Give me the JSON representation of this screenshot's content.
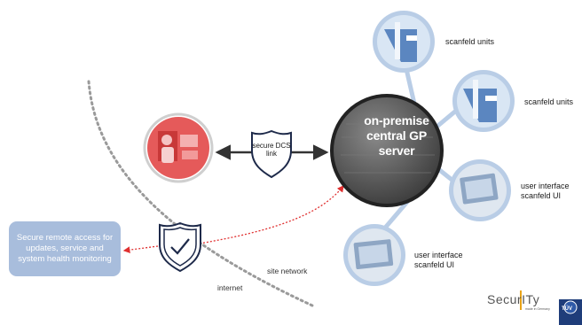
{
  "colors": {
    "node_ring": "#b9cde6",
    "server_fill": "#555555",
    "remote_box": "#a8bddc",
    "accent_red": "#e03030",
    "shield_stroke": "#1e2a4a",
    "dotted_boundary": "#9a9a9a"
  },
  "server": {
    "label": "on-premise central GP server"
  },
  "dcs_link": {
    "label": "secure DCS link",
    "icon": "shield-icon"
  },
  "remote_access": {
    "label": "Secure remote access for updates, service and system health monitoring",
    "icon": "shield-check-icon"
  },
  "nodes": [
    {
      "label": "scanfeld units"
    },
    {
      "label": "scanfeld units"
    },
    {
      "label": "user interface scanfeld UI"
    },
    {
      "label": "user interface scanfeld UI"
    }
  ],
  "zones": {
    "site": "site network",
    "internet": "internet"
  },
  "logos": {
    "security_wordmark": "SecurITy",
    "made_in": "made in Germany",
    "tuv": "TÜV"
  }
}
